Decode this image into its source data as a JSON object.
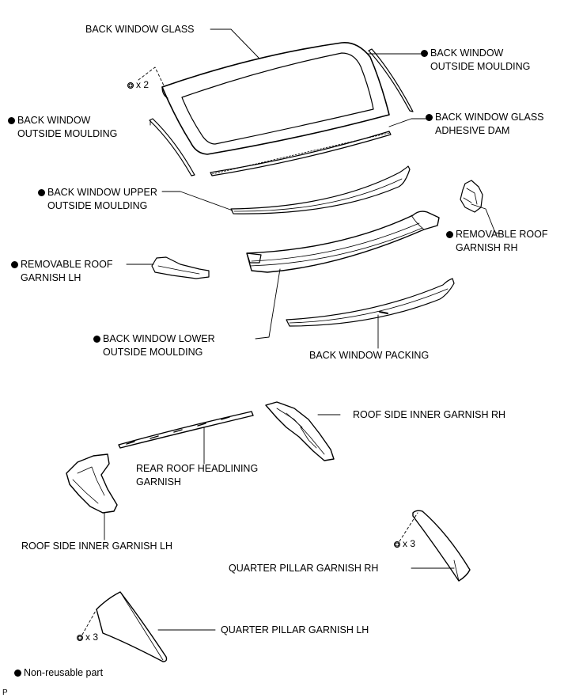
{
  "labels": {
    "back_window_glass": "BACK WINDOW GLASS",
    "outside_moulding_rh": [
      "BACK WINDOW",
      "OUTSIDE MOULDING"
    ],
    "outside_moulding_lh": [
      "BACK WINDOW",
      "OUTSIDE MOULDING"
    ],
    "adhesive_dam": [
      "BACK WINDOW GLASS",
      "ADHESIVE DAM"
    ],
    "upper_outside_moulding": [
      "BACK WINDOW UPPER",
      "OUTSIDE MOULDING"
    ],
    "removable_roof_garnish_rh": [
      "REMOVABLE ROOF",
      "GARNISH RH"
    ],
    "removable_roof_garnish_lh": [
      "REMOVABLE ROOF",
      "GARNISH LH"
    ],
    "lower_outside_moulding": [
      "BACK WINDOW LOWER",
      "OUTSIDE MOULDING"
    ],
    "back_window_packing": "BACK WINDOW PACKING",
    "roof_side_inner_garnish_rh": "ROOF SIDE INNER GARNISH RH",
    "rear_roof_headlining_garnish": [
      "REAR ROOF HEADLINING",
      "GARNISH"
    ],
    "roof_side_inner_garnish_lh": "ROOF SIDE INNER GARNISH LH",
    "quarter_pillar_garnish_rh": "QUARTER PILLAR GARNISH RH",
    "quarter_pillar_garnish_lh": "QUARTER PILLAR GARNISH LH"
  },
  "quantities": {
    "glass_clips": "x 2",
    "rh_pillar_clips": "x 3",
    "lh_pillar_clips": "x 3"
  },
  "legend": {
    "non_reusable": "Non-reusable part"
  },
  "corner_mark": "P",
  "icons": {
    "non_reusable_marker": "filled-circle-icon",
    "clip": "clip-nut-icon"
  }
}
